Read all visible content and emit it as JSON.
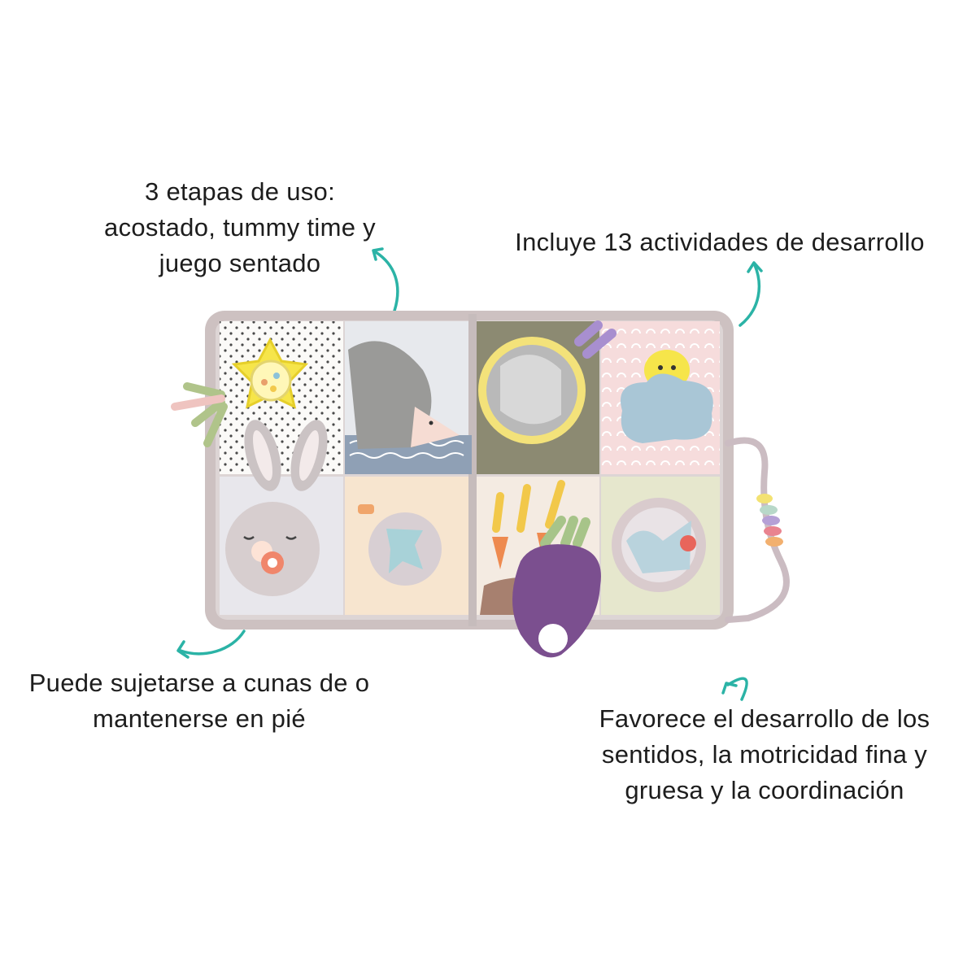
{
  "callouts": {
    "stages": "3 etapas de uso:\nacostado, tummy time  y\njuego sentado",
    "activities": "Incluye 13 actividades de desarrollo",
    "attach": "Puede sujetarse a cunas de o\nmantenerse en pié",
    "senses": "Favorece el desarrollo de los\nsentidos, la motricidad fina y\ngruesa y la coordinación"
  },
  "colors": {
    "arrow": "#2bb3a6",
    "mat_border": "#c9bdbd",
    "panel_dots": "#f2f2f0",
    "panel_pastel_blue": "#e6e8ec",
    "panel_olive": "#8a8a6e",
    "panel_pink": "#f6dcdc",
    "panel_lavender": "#e9e8ee",
    "panel_peach": "#f7e6d2",
    "panel_carrots": "#f3ebe3",
    "panel_sage": "#e7e8cf"
  },
  "product": {
    "name": "activity-play-mat",
    "icons": [
      "star-rattle-icon",
      "hedgehog-icon",
      "mirror-icon",
      "chick-cloud-icon",
      "bunny-icon",
      "spinner-icon",
      "carrots-icon",
      "beet-teether-icon",
      "slider-window-icon",
      "bead-rings-icon"
    ]
  }
}
